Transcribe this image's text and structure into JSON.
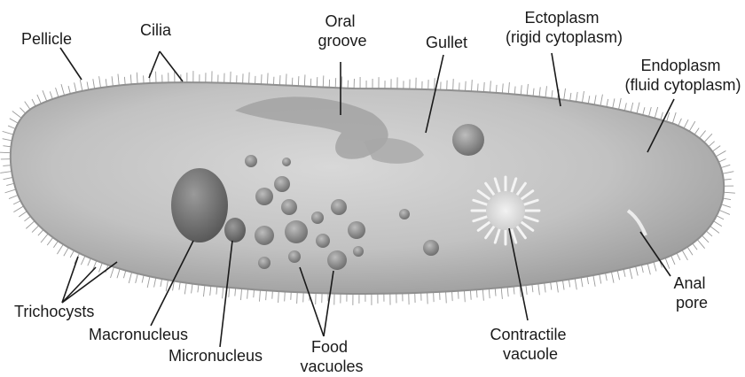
{
  "labels": {
    "pellicle": "Pellicle",
    "cilia": "Cilia",
    "oral_groove": [
      "Oral",
      "groove"
    ],
    "gullet": "Gullet",
    "ectoplasm": [
      "Ectoplasm",
      "(rigid cytoplasm)"
    ],
    "endoplasm": [
      "Endoplasm",
      "(fluid cytoplasm)"
    ],
    "trichocysts": "Trichocysts",
    "macronucleus": "Macronucleus",
    "micronucleus": "Micronucleus",
    "food_vacuoles": [
      "Food",
      "vacuoles"
    ],
    "contractile_vacuole": [
      "Contractile",
      "vacuole"
    ],
    "anal_pore": [
      "Anal",
      "pore"
    ]
  },
  "colors": {
    "body_fill": "#bdbdbd",
    "body_edge": "#8f8f8f",
    "nucleus": "#6f6f6f",
    "vacuole": "#8a8a8a",
    "text": "#1a1a1a"
  }
}
